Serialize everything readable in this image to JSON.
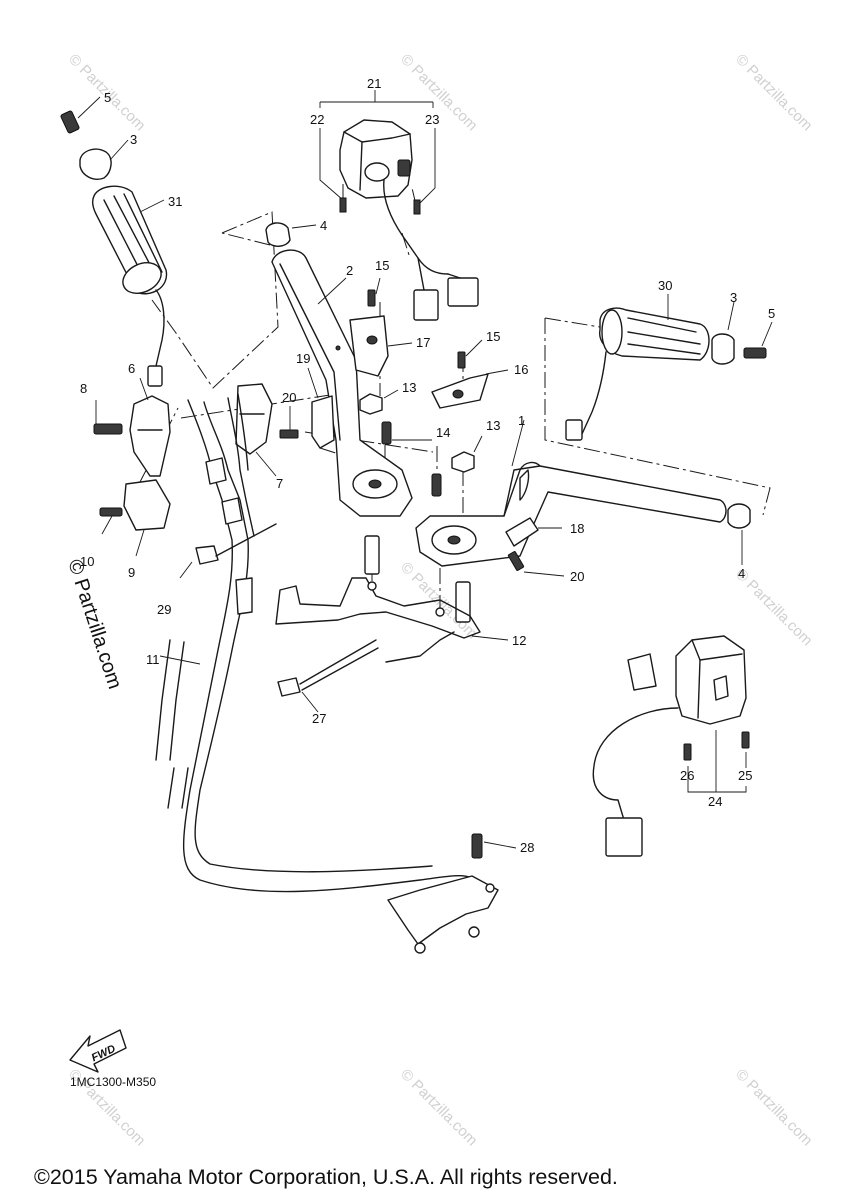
{
  "diagram": {
    "callouts": [
      {
        "label": "5"
      },
      {
        "label": "3"
      },
      {
        "label": "31"
      },
      {
        "label": "4"
      },
      {
        "label": "21"
      },
      {
        "label": "22"
      },
      {
        "label": "23"
      },
      {
        "label": "2"
      },
      {
        "label": "15"
      },
      {
        "label": "17"
      },
      {
        "label": "15"
      },
      {
        "label": "16"
      },
      {
        "label": "30"
      },
      {
        "label": "3"
      },
      {
        "label": "5"
      },
      {
        "label": "8"
      },
      {
        "label": "6"
      },
      {
        "label": "19"
      },
      {
        "label": "20"
      },
      {
        "label": "13"
      },
      {
        "label": "14"
      },
      {
        "label": "13"
      },
      {
        "label": "1"
      },
      {
        "label": "7"
      },
      {
        "label": "18"
      },
      {
        "label": "10"
      },
      {
        "label": "9"
      },
      {
        "label": "20"
      },
      {
        "label": "4"
      },
      {
        "label": "29"
      },
      {
        "label": "12"
      },
      {
        "label": "11"
      },
      {
        "label": "27"
      },
      {
        "label": "26"
      },
      {
        "label": "25"
      },
      {
        "label": "24"
      },
      {
        "label": "28"
      }
    ],
    "fwd_label": "FWD",
    "diagram_code": "1MC1300-M350",
    "side_watermark": "© Partzilla.com",
    "bg_watermark": "© Partzilla.com",
    "copyright": "©2015 Yamaha Motor Corporation, U.S.A. All rights reserved."
  }
}
